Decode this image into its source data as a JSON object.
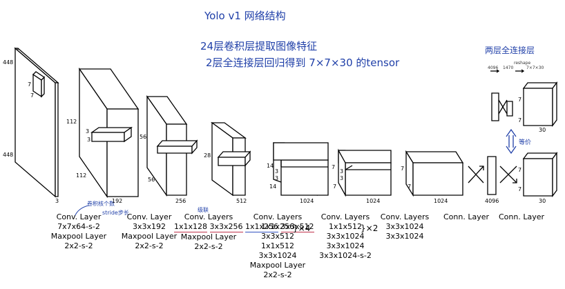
{
  "notes": {
    "title": "Yolo v1 网络结构",
    "line1": "24层卷积层提取图像特征",
    "line2": "2层全连接层回归得到 7×7×30 的tensor",
    "fc_title": "两层全连接层",
    "fc_a": "4096",
    "fc_b": "1470",
    "fc_reshape": "reshape",
    "fc_c": "7×7×30",
    "equiv": "等价",
    "kernel_note": "卷积核个数",
    "stride_note": "stride步长",
    "series_note": "级联"
  },
  "labels": {
    "input_h": "448",
    "input_w": "448",
    "input_d": "3",
    "k1a": "7",
    "k1b": "7",
    "b1_h": "112",
    "b1_h2": "112",
    "b1_d": "192",
    "b1_k1": "3",
    "b1_k2": "3",
    "b2_h": "56",
    "b2_h2": "56",
    "b2_d": "256",
    "b3_h": "28",
    "b3_d": "512",
    "b4_h": "14",
    "b4_k1": "3",
    "b4_k2": "3",
    "b4_h2": "14",
    "b4_d": "1024",
    "b5_h": "7",
    "b5_k1": "3",
    "b5_k2": "3",
    "b5_h2": "7",
    "b5_d": "1024",
    "b6_h": "7",
    "b6_h2": "7",
    "b6_d": "1024",
    "fc_d": "4096",
    "out_h": "7",
    "out_h2": "7",
    "out_d": "30",
    "fcr_h": "7",
    "fcr_h2": "7",
    "fcr_d": "30"
  },
  "captions": {
    "c1": [
      "Conv. Layer",
      "7x7x64-s-2",
      "Maxpool Layer",
      "2x2-s-2"
    ],
    "c2": [
      "Conv. Layer",
      "3x3x192",
      "Maxpool Layer",
      "2x2-s-2"
    ],
    "c3": [
      "Conv. Layers",
      "1x1x128",
      "3x3x256",
      "1x1x256",
      "3x3x512",
      "Maxpool Layer",
      "2x2-s-2"
    ],
    "c4": [
      "Conv. Layers",
      "1x1x256",
      "3x3x512",
      "1x1x512",
      "3x3x1024",
      "Maxpool Layer",
      "2x2-s-2"
    ],
    "c4_mult": "}×4",
    "c5": [
      "Conv. Layers",
      "1x1x512",
      "3x3x1024",
      "3x3x1024",
      "3x3x1024-s-2"
    ],
    "c5_mult": "}×2",
    "c6": [
      "Conv. Layers",
      "3x3x1024",
      "3x3x1024"
    ],
    "c7": [
      "Conn. Layer"
    ],
    "c8": [
      "Conn. Layer"
    ]
  },
  "colors": {
    "ink": "#000000",
    "note": "#1f3fa8",
    "underline_red": "#c0304a",
    "underline_blue": "#3050c0"
  }
}
